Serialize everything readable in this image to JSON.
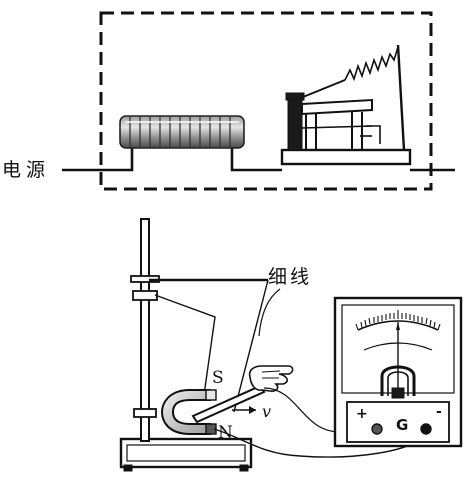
{
  "labels": {
    "power_source": "电源",
    "thread": "细线",
    "south_pole": "S",
    "north_pole": "N",
    "velocity": "v",
    "plus_terminal": "+",
    "minus_terminal": "-",
    "galvanometer": "G"
  },
  "colors": {
    "ink": "#111111",
    "coil_dark": "#555555",
    "coil_light": "#bbbbbb",
    "background": "#ffffff"
  }
}
